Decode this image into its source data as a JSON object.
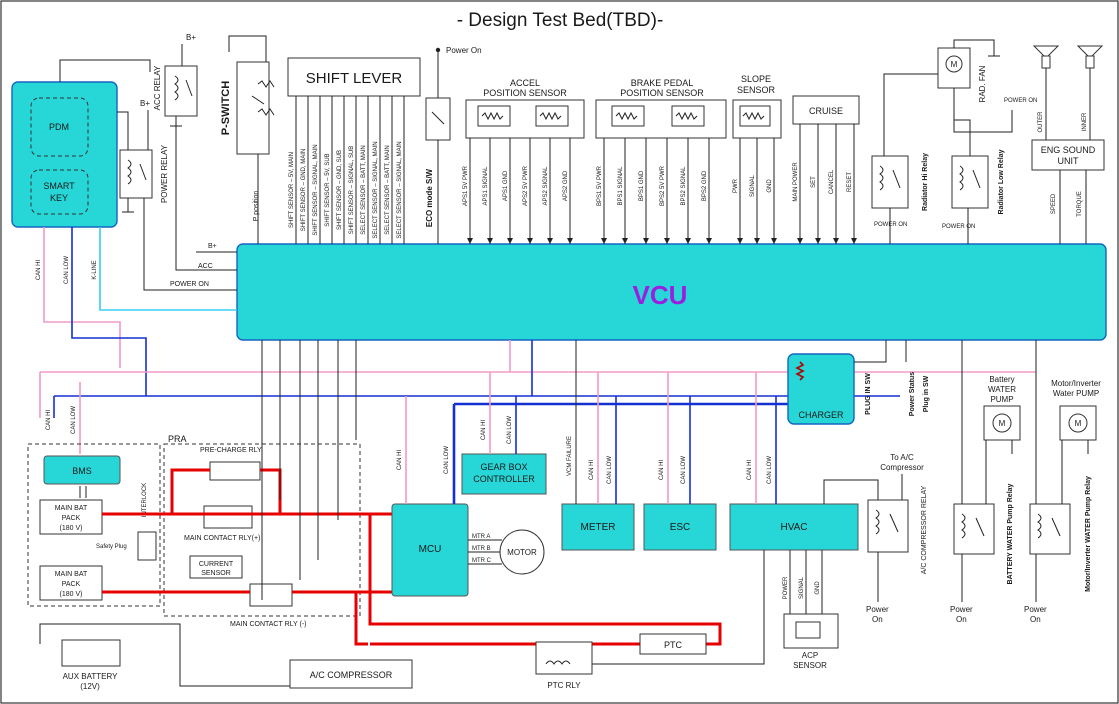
{
  "title": "- Design Test Bed(TBD)-",
  "vcu": "VCU",
  "top": {
    "b_plus": "B+",
    "acc_relay": "ACC RELAY",
    "p_switch": "P-SWITCH",
    "p_position": "P position",
    "shift_lever": "SHIFT LEVER",
    "shift_signals": [
      "SHIFT SENSOR – 5V, MAIN",
      "SHIFT SENSOR – GND, MAIN",
      "SHIFT SENSOR – SIGNAL, MAIN",
      "SHIFT SENSOR – 5V, SUB",
      "SHIFT SENSOR – GND, SUB",
      "SHIFT SENSOR – SIGNAL, SUB",
      "SELECT SENSOR – BATT, MAIN",
      "SELECT SENSOR – SIGNAL, MAIN",
      "SELECT SENSOR – BATT, MAIN",
      "SELECT SENSOR – SIGNAL, MAIN"
    ],
    "power_on": "Power On",
    "eco_mode": "ECO mode S/W",
    "accel": "ACCEL",
    "accel2": "POSITION SENSOR",
    "accel_signals": [
      "APS1 5V PWR",
      "APS1 SIGNAL",
      "APS1 GND",
      "APS2 5V PWR",
      "APS2 SIGNAL",
      "APS2 GND"
    ],
    "brake": "BRAKE PEDAL",
    "brake2": "POSITION SENSOR",
    "brake_signals": [
      "BPS1 5V PWR",
      "BPS1 SIGNAL",
      "BPS1 GND",
      "BPS2 5V PWR",
      "BPS2 SIGNAL",
      "BPS2 GND"
    ],
    "slope": "SLOPE",
    "slope2": "SENSOR",
    "slope_signals": [
      "PWR",
      "SIGNAL",
      "GND"
    ],
    "cruise": "CRUISE",
    "cruise_signals": [
      "MAIN POWER",
      "SET",
      "CANCEL",
      "RESET"
    ],
    "rad_fan": "RAD. FAN",
    "motor_m": "M",
    "rad_hi_relay": "Radiator Hi Relay",
    "rad_low_relay": "Radiator Low Relay",
    "power_on_small": "POWER ON",
    "eng_sound": "ENG SOUND",
    "eng_sound2": "UNIT",
    "outer": "OUTER",
    "inner": "INNER",
    "speed": "SPEED",
    "torque": "TORQUE"
  },
  "left": {
    "pdm": "PDM",
    "smart": "SMART",
    "key": "KEY",
    "power_relay": "POWER RELAY",
    "can_hi": "CAN HI",
    "can_low": "CAN LOW",
    "k_line": "K-LINE",
    "b_plus": "B+",
    "acc": "ACC",
    "power_on": "POWER ON"
  },
  "bottom": {
    "bms": "BMS",
    "main_bat": "MAIN BAT",
    "pack": "PACK",
    "volt": "(180 V)",
    "interlock": "INTERLOCK",
    "safety_plug": "Safety Plug",
    "pra": "PRA",
    "pre_charge": "PRE-CHARGE RLY",
    "main_contact_plus": "MAIN CONTACT RLY(+)",
    "main_contact_minus": "MAIN CONTACT RLY (-)",
    "current": "CURRENT",
    "sensor": "SENSOR",
    "aux_battery": "AUX BATTERY",
    "aux_volt": "(12V)",
    "mcu": "MCU",
    "mtr_a": "MTR A",
    "mtr_b": "MTR B",
    "mtr_c": "MTR C",
    "motor": "MOTOR",
    "gear_box": "GEAR BOX",
    "controller": "CONTROLLER",
    "vcm_failure": "VCM FAILURE",
    "meter": "METER",
    "esc": "ESC",
    "hvac": "HVAC",
    "ac_compressor": "A/C COMPRESSOR",
    "ptc": "PTC",
    "ptc_rly": "PTC RLY",
    "acp": "ACP",
    "acp_sensor": "SENSOR",
    "hvac_signals": [
      "POWER",
      "SIGNAL",
      "GND"
    ],
    "to_ac": "To A/C",
    "compressor": "Compressor",
    "ac_comp_relay": "A/C COMPRESSOR RELAY",
    "power": "Power",
    "on": "On",
    "charger": "CHARGER",
    "plug_in_sw": "PLUG IN SW",
    "power_status": "Power Status",
    "plug_in_sw2": "Plug in SW",
    "battery": "Battery",
    "water_pump": "WATER",
    "pump": "PUMP",
    "motor_inverter": "Motor/Inverter",
    "water_pump2": "Water PUMP",
    "battery_water_relay": "BATTERY WATER Pump Relay",
    "motor_inverter_relay": "Motor/Inverter WATER Pump Relay",
    "can_hi": "CAN HI",
    "can_low": "CAN LOW"
  }
}
